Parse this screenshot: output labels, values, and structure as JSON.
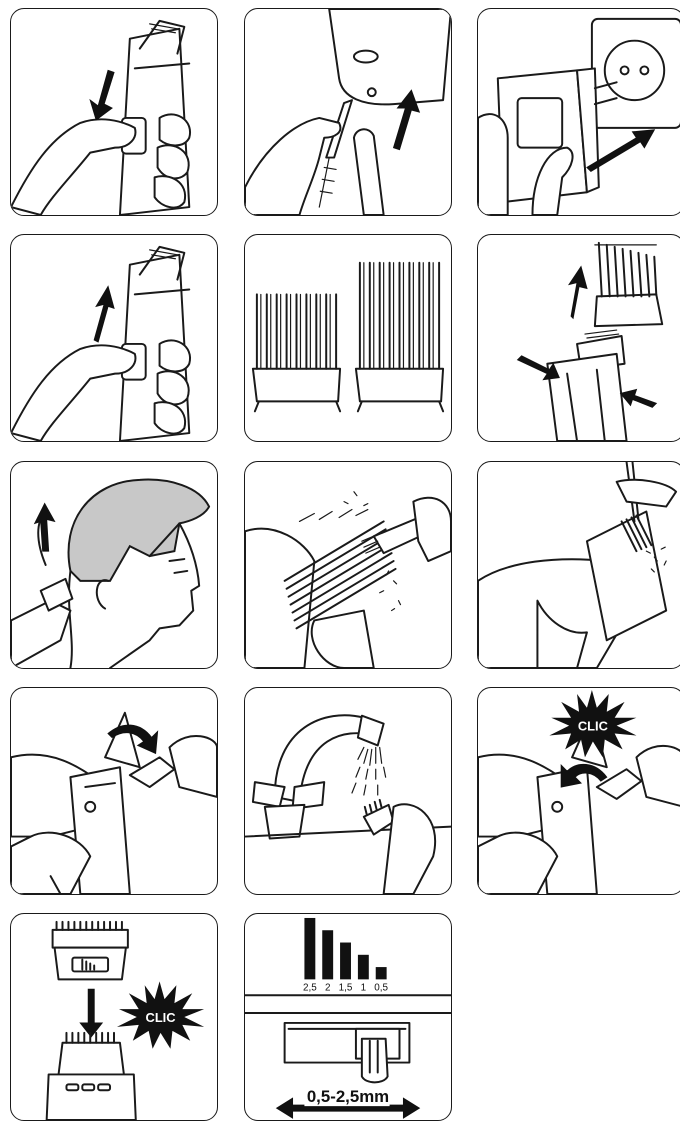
{
  "panels": [
    {
      "id": 1,
      "name": "switch-down"
    },
    {
      "id": 2,
      "name": "plug-cord"
    },
    {
      "id": 3,
      "name": "wall-outlet"
    },
    {
      "id": 4,
      "name": "switch-up"
    },
    {
      "id": 5,
      "name": "comb-attachments"
    },
    {
      "id": 6,
      "name": "attach-comb"
    },
    {
      "id": 7,
      "name": "cut-hair"
    },
    {
      "id": 8,
      "name": "brush-comb"
    },
    {
      "id": 9,
      "name": "brush-blade"
    },
    {
      "id": 10,
      "name": "remove-blade"
    },
    {
      "id": 11,
      "name": "rinse-blade"
    },
    {
      "id": 12,
      "name": "replace-blade"
    },
    {
      "id": 13,
      "name": "attach-small-comb"
    },
    {
      "id": 14,
      "name": "length-adjust"
    }
  ],
  "clic_text": "CLIC",
  "length_chart": {
    "labels": [
      "2,5",
      "2",
      "1,5",
      "1",
      "0,5"
    ],
    "values": [
      2.5,
      2,
      1.5,
      1,
      0.5
    ],
    "range_label": "0,5-2,5mm"
  }
}
